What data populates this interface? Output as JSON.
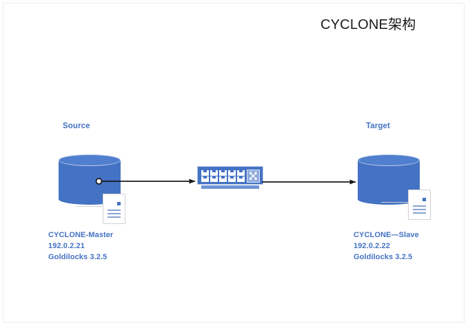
{
  "page": {
    "title": "CYCLONE架构",
    "background_color": "#ffffff",
    "frame_color": "#ececee",
    "accent_color": "#4472c4",
    "arrow_color": "#1a1a1a"
  },
  "nodes": {
    "source": {
      "role_label": "Source",
      "icon": "database-cylinder",
      "name": "CYCLONE-Master",
      "ip": "192.0.2.21",
      "version": "Goldilocks 3.2.5",
      "doc_icon": "document-icon"
    },
    "target": {
      "role_label": "Target",
      "icon": "database-cylinder",
      "name": "CYCLONE—Slave",
      "ip": "192.0.2.22",
      "version": "Goldilocks 3.2.5",
      "doc_icon": "document-icon"
    }
  },
  "network": {
    "device_icon": "network-switch-icon",
    "module_icon": "crossing-arrows-icon",
    "port_count": 10
  },
  "connectors": [
    {
      "name": "source-to-switch",
      "start_marker": "circle",
      "end_marker": "arrow",
      "color": "#1a1a1a"
    },
    {
      "name": "switch-to-target",
      "start_marker": "none",
      "end_marker": "arrow",
      "color": "#1a1a1a"
    }
  ]
}
